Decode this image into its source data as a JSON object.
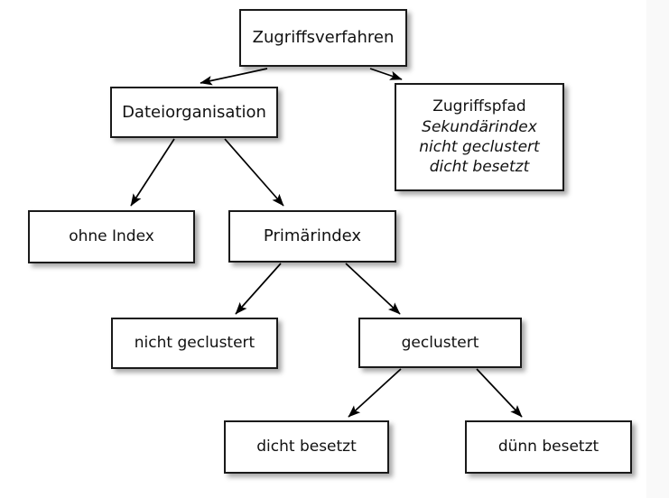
{
  "diagram": {
    "title_text": "Zugriffsverfahren",
    "colors": {
      "background": "#ffffff",
      "side_panel": "#f9f9f9",
      "box_fill": "#ffffff",
      "box_border": "#1a1a1a",
      "text": "#111111",
      "edge": "#000000"
    },
    "nodes": [
      {
        "id": "zugriffsverfahren",
        "lines": [
          {
            "text": "Zugriffsverfahren",
            "style": "roman"
          }
        ]
      },
      {
        "id": "dateiorganisation",
        "lines": [
          {
            "text": "Dateiorganisation",
            "style": "roman"
          }
        ]
      },
      {
        "id": "zugriffspfad",
        "lines": [
          {
            "text": "Zugriffspfad",
            "style": "roman"
          },
          {
            "text": "Sekundärindex",
            "style": "italic"
          },
          {
            "text": "nicht geclustert",
            "style": "italic"
          },
          {
            "text": "dicht besetzt",
            "style": "italic"
          }
        ]
      },
      {
        "id": "ohne-index",
        "lines": [
          {
            "text": "ohne Index",
            "style": "roman"
          }
        ]
      },
      {
        "id": "primaerindex",
        "lines": [
          {
            "text": "Primärindex",
            "style": "roman"
          }
        ]
      },
      {
        "id": "nicht-geclustert",
        "lines": [
          {
            "text": "nicht geclustert",
            "style": "roman"
          }
        ]
      },
      {
        "id": "geclustert",
        "lines": [
          {
            "text": "geclustert",
            "style": "roman"
          }
        ]
      },
      {
        "id": "dicht-besetzt",
        "lines": [
          {
            "text": "dicht besetzt",
            "style": "roman"
          }
        ]
      },
      {
        "id": "duenn-besetzt",
        "lines": [
          {
            "text": "dünn besetzt",
            "style": "roman"
          }
        ]
      }
    ],
    "edges": [
      {
        "from": "zugriffsverfahren",
        "to": "dateiorganisation"
      },
      {
        "from": "zugriffsverfahren",
        "to": "zugriffspfad"
      },
      {
        "from": "dateiorganisation",
        "to": "ohne-index"
      },
      {
        "from": "dateiorganisation",
        "to": "primaerindex"
      },
      {
        "from": "primaerindex",
        "to": "nicht-geclustert"
      },
      {
        "from": "primaerindex",
        "to": "geclustert"
      },
      {
        "from": "geclustert",
        "to": "dicht-besetzt"
      },
      {
        "from": "geclustert",
        "to": "duenn-besetzt"
      }
    ]
  }
}
